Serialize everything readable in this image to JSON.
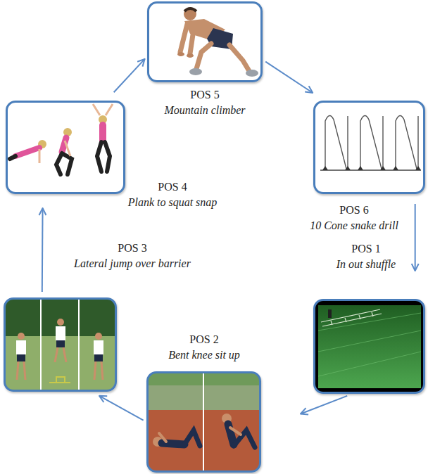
{
  "diagram": {
    "nodes": [
      {
        "text": [
          "POS 1",
          "In out shuffle"
        ]
      },
      {
        "text": [
          "POS 2",
          "Bent knee sit up"
        ]
      },
      {
        "text": [
          "POS 3",
          "Lateral jump over barrier"
        ]
      },
      {
        "text": [
          "POS 4",
          "Plank to squat snap"
        ]
      },
      {
        "text": [
          "POS 5",
          "Mountain climber"
        ]
      },
      {
        "text": [
          "POS 6",
          "10 Cone snake drill"
        ]
      }
    ],
    "edges": [
      {
        "from": 0,
        "to": 1,
        "arrow": "to"
      },
      {
        "from": 1,
        "to": 2,
        "arrow": "to"
      },
      {
        "from": 2,
        "to": 3,
        "arrow": "to"
      },
      {
        "from": 3,
        "to": 4,
        "arrow": "to"
      },
      {
        "from": 4,
        "to": 5,
        "arrow": "to"
      },
      {
        "from": 5,
        "to": 0,
        "arrow": "to"
      }
    ]
  }
}
